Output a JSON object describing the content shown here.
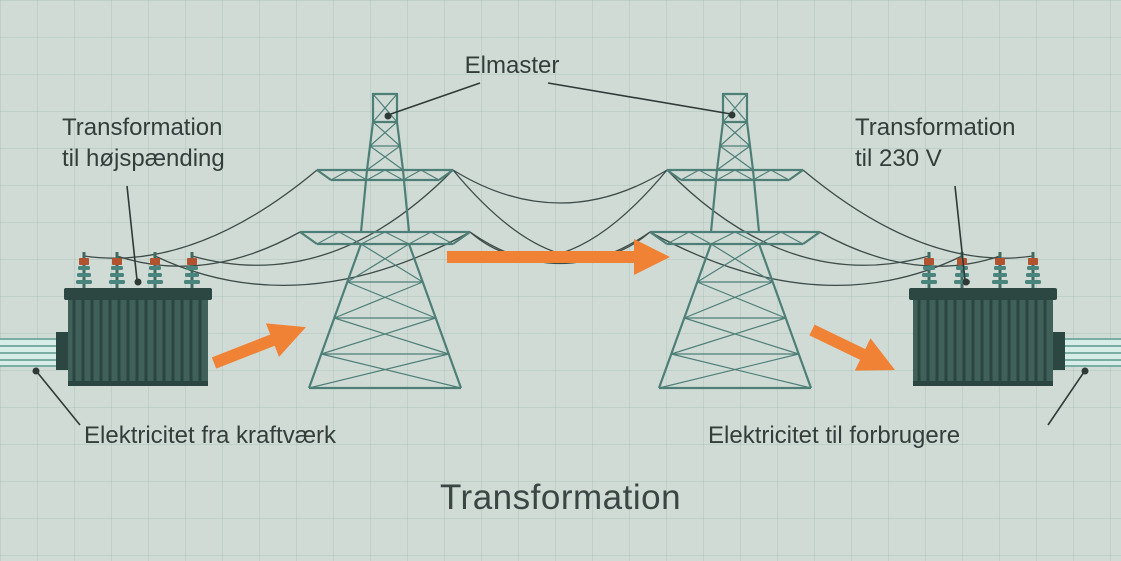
{
  "title": "Transformation",
  "labels": {
    "elmaster": "Elmaster",
    "left_transform": {
      "line1": "Transformation",
      "line2": "til højspænding"
    },
    "right_transform": {
      "line1": "Transformation",
      "line2": "til 230 V"
    },
    "source": "Elektricitet fra kraftværk",
    "consumers": "Elektricitet til forbrugere"
  },
  "colors": {
    "background": "#d0dbd6",
    "grid": "#a0b9b2",
    "pylon": "#4e7f77",
    "transformer_body": "#3f6159",
    "transformer_dark": "#2c4742",
    "insulator": "#4a857d",
    "insulator_cap": "#b25330",
    "wire": "#3d4c49",
    "arrow": "#f08236",
    "text": "#333e3b",
    "cable_fill": "#d6ede8",
    "cable_line": "#7aada4"
  }
}
